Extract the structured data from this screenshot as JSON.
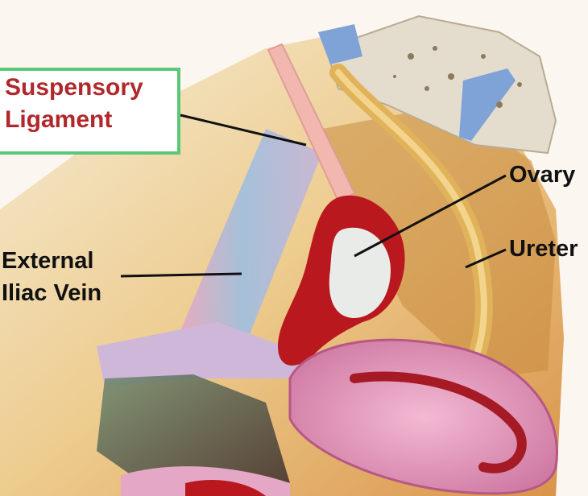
{
  "labels": {
    "suspensory_line1": "Suspensory",
    "suspensory_line2": "Ligament",
    "ovary": "Ovary",
    "ureter": "Ureter",
    "iliac_line1": "External",
    "iliac_line2": "Iliac Vein"
  },
  "colors": {
    "label_box_border": "#5bc878",
    "suspensory_label": "#b0282c",
    "other_labels": "#111111",
    "ovary_tube": "#b8181e",
    "ovary_body": "#e9ebe8",
    "ureter": "#e0b25a",
    "vein": "#8fb6dc",
    "uterus": "#d98ab2",
    "bone": "#e4dccd",
    "background_tissue": "#ecc98a"
  }
}
